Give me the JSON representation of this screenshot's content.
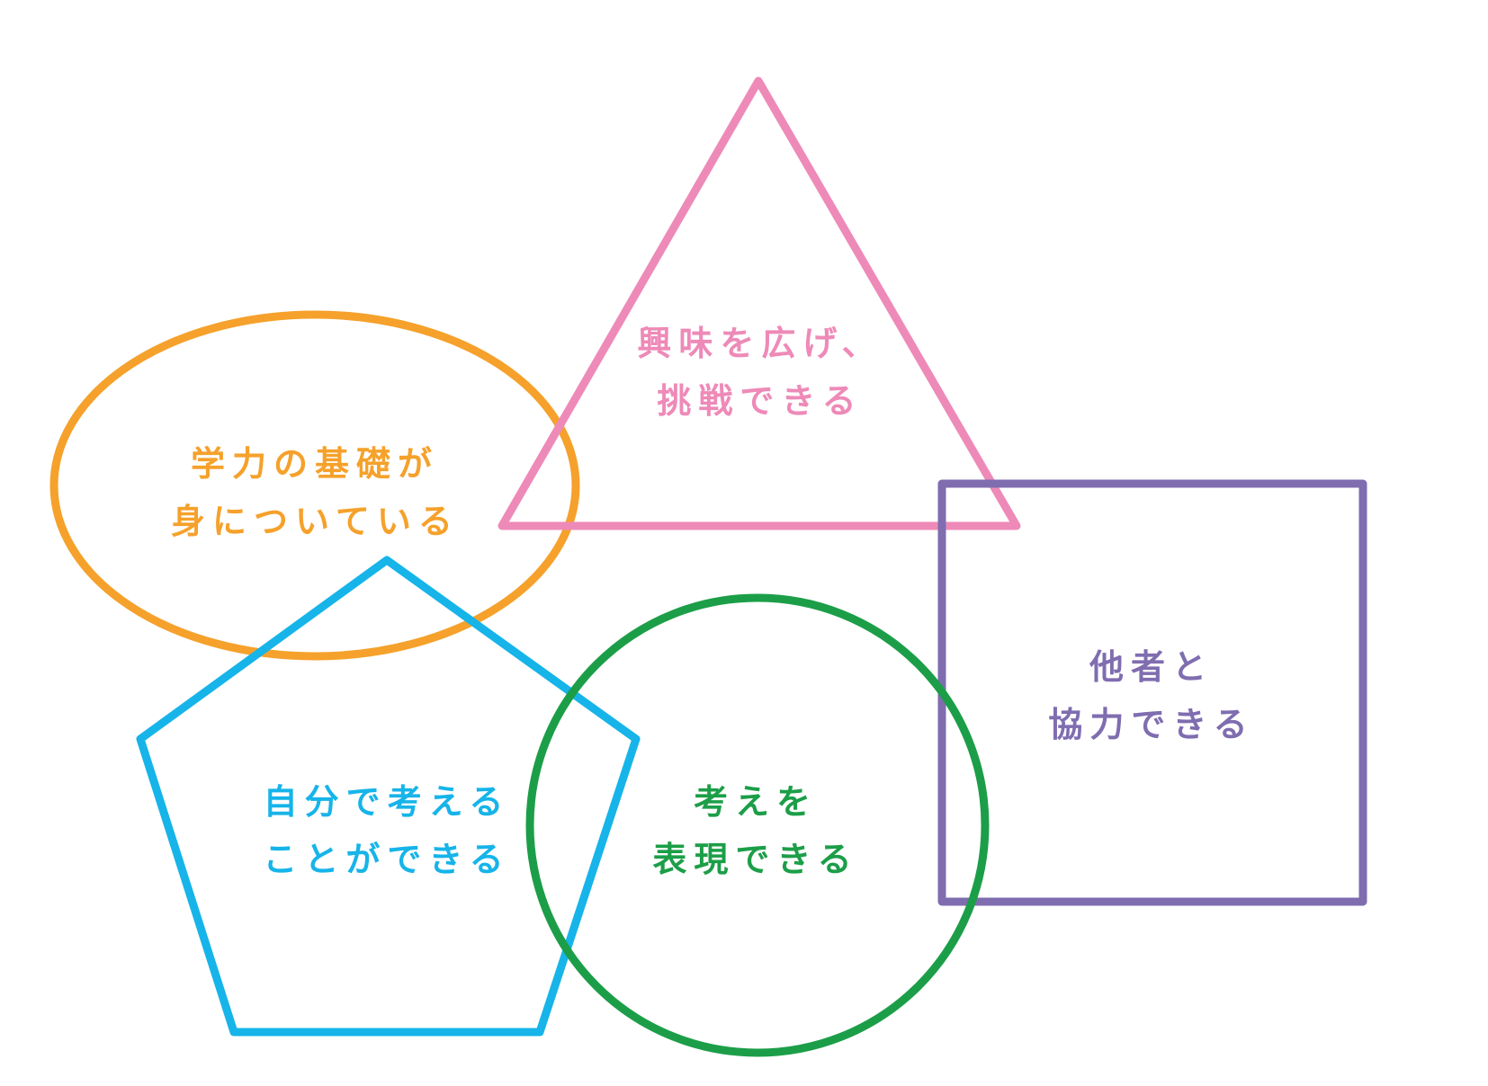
{
  "diagram": {
    "items": [
      {
        "id": "ellipse",
        "shape": "ellipse",
        "color": "#F5A12B",
        "lines": [
          "学力の基礎が",
          "身についている"
        ]
      },
      {
        "id": "triangle",
        "shape": "triangle",
        "color": "#EE8AB8",
        "lines": [
          "興味を広げ、",
          "挑戦できる"
        ]
      },
      {
        "id": "square",
        "shape": "square",
        "color": "#7F6DB0",
        "lines": [
          "他者と",
          "協力できる"
        ]
      },
      {
        "id": "pentagon",
        "shape": "pentagon",
        "color": "#16B4E9",
        "lines": [
          "自分で考える",
          "ことができる"
        ]
      },
      {
        "id": "circle",
        "shape": "circle",
        "color": "#1C9E48",
        "lines": [
          "考えを",
          "表現できる"
        ]
      }
    ]
  }
}
